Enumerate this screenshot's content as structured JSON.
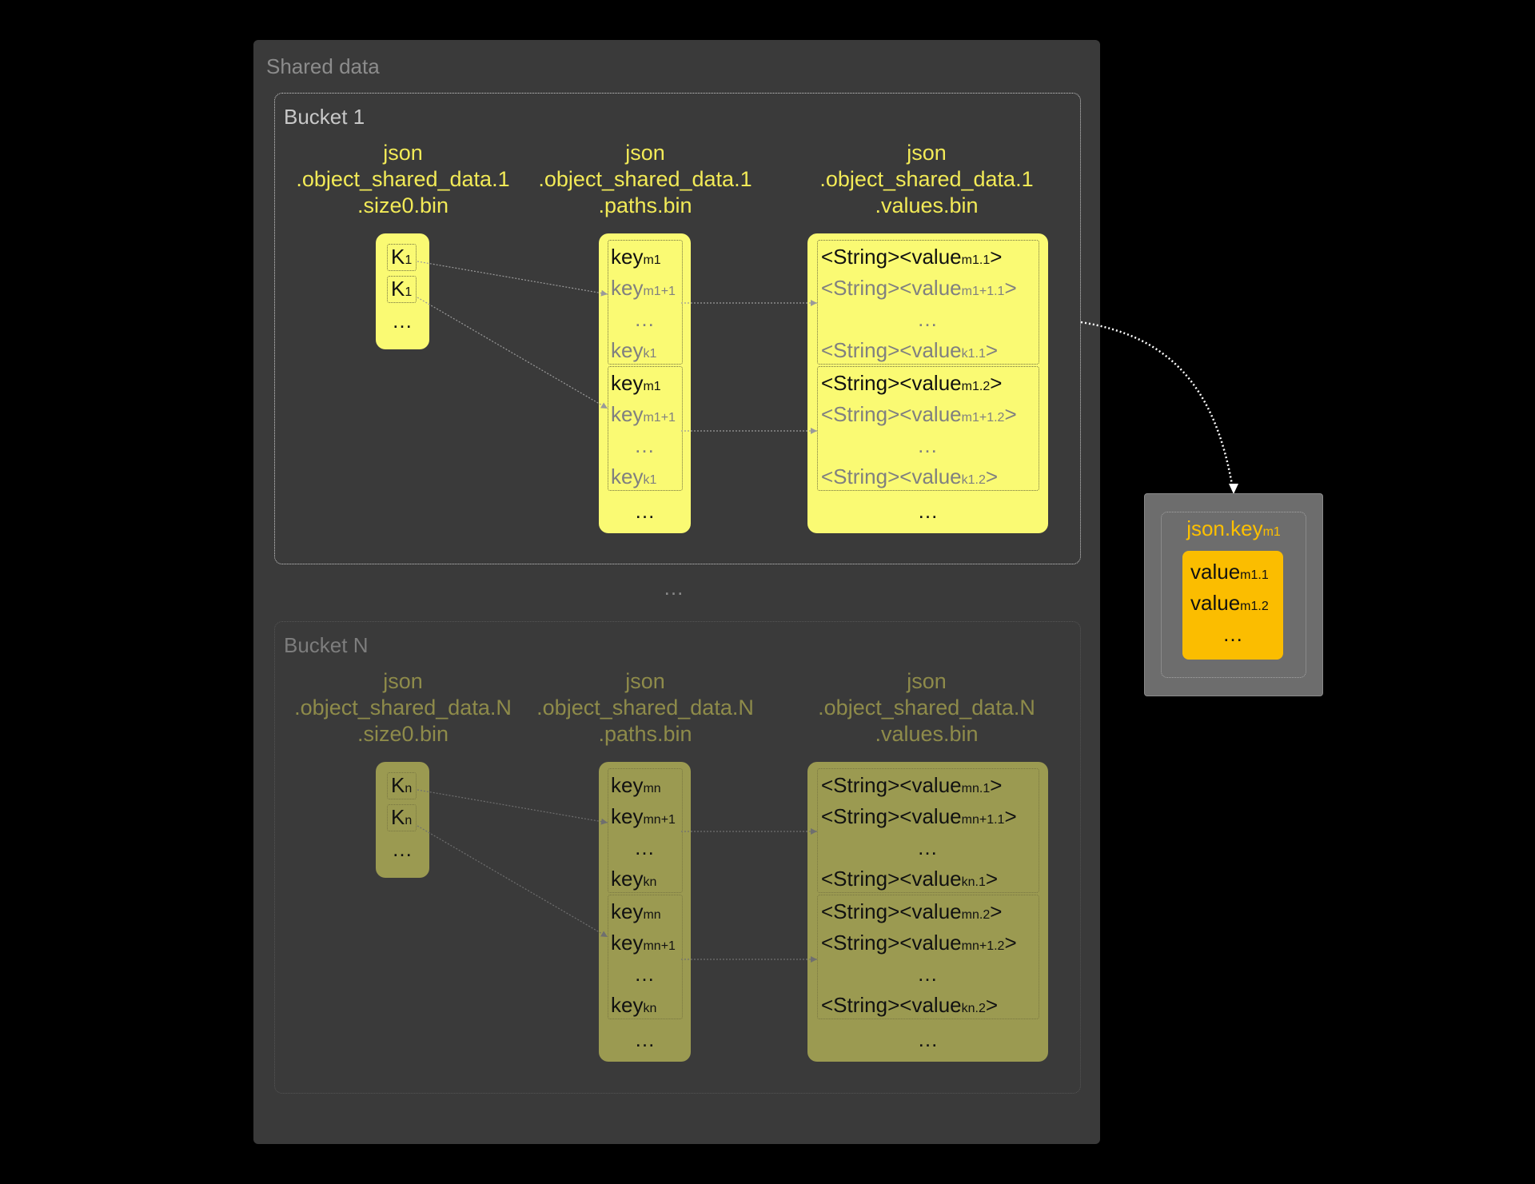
{
  "panel": {
    "title": "Shared data"
  },
  "between_buckets": "…",
  "buckets": [
    {
      "title": "Bucket 1",
      "size0": {
        "label": [
          "json",
          ".object_shared_data.1",
          ".size0.bin"
        ],
        "items": [
          {
            "text": "K",
            "sub": "1"
          },
          {
            "text": "K",
            "sub": "1"
          },
          {
            "text": "…"
          }
        ]
      },
      "paths": {
        "label": [
          "json",
          ".object_shared_data.1",
          ".paths.bin"
        ],
        "groups": [
          [
            {
              "text": "key",
              "sub": "m1"
            },
            {
              "text": "key",
              "sub": "m1+1"
            },
            {
              "text": "…"
            },
            {
              "text": "key",
              "sub": "k1"
            }
          ],
          [
            {
              "text": "key",
              "sub": "m1"
            },
            {
              "text": "key",
              "sub": "m1+1"
            },
            {
              "text": "…"
            },
            {
              "text": "key",
              "sub": "k1"
            }
          ]
        ],
        "trailing": "…"
      },
      "values": {
        "label": [
          "json",
          ".object_shared_data.1",
          ".values.bin"
        ],
        "groups": [
          [
            {
              "text": "<String><value",
              "sub": "m1.1",
              "end": ">"
            },
            {
              "text": "<String><value",
              "sub": "m1+1.1",
              "end": ">"
            },
            {
              "text": "…"
            },
            {
              "text": "<String><value",
              "sub": "k1.1",
              "end": ">"
            }
          ],
          [
            {
              "text": "<String><value",
              "sub": "m1.2",
              "end": ">"
            },
            {
              "text": "<String><value",
              "sub": "m1+1.2",
              "end": ">"
            },
            {
              "text": "…"
            },
            {
              "text": "<String><value",
              "sub": "k1.2",
              "end": ">"
            }
          ]
        ],
        "trailing": "…"
      }
    },
    {
      "title": "Bucket N",
      "size0": {
        "label": [
          "json",
          ".object_shared_data.N",
          ".size0.bin"
        ],
        "items": [
          {
            "text": "K",
            "sub": "n"
          },
          {
            "text": "K",
            "sub": "n"
          },
          {
            "text": "…"
          }
        ]
      },
      "paths": {
        "label": [
          "json",
          ".object_shared_data.N",
          ".paths.bin"
        ],
        "groups": [
          [
            {
              "text": "key",
              "sub": "mn"
            },
            {
              "text": "key",
              "sub": "mn+1"
            },
            {
              "text": "…"
            },
            {
              "text": "key",
              "sub": "kn"
            }
          ],
          [
            {
              "text": "key",
              "sub": "mn"
            },
            {
              "text": "key",
              "sub": "mn+1"
            },
            {
              "text": "…"
            },
            {
              "text": "key",
              "sub": "kn"
            }
          ]
        ],
        "trailing": "…"
      },
      "values": {
        "label": [
          "json",
          ".object_shared_data.N",
          ".values.bin"
        ],
        "groups": [
          [
            {
              "text": "<String><value",
              "sub": "mn.1",
              "end": ">"
            },
            {
              "text": "<String><value",
              "sub": "mn+1.1",
              "end": ">"
            },
            {
              "text": "…"
            },
            {
              "text": "<String><value",
              "sub": "kn.1",
              "end": ">"
            }
          ],
          [
            {
              "text": "<String><value",
              "sub": "mn.2",
              "end": ">"
            },
            {
              "text": "<String><value",
              "sub": "mn+1.2",
              "end": ">"
            },
            {
              "text": "…"
            },
            {
              "text": "<String><value",
              "sub": "kn.2",
              "end": ">"
            }
          ]
        ],
        "trailing": "…"
      }
    }
  ],
  "result": {
    "title": {
      "text": "json.key",
      "sub": "m1"
    },
    "items": [
      {
        "text": "value",
        "sub": "m1.1"
      },
      {
        "text": "value",
        "sub": "m1.2"
      },
      {
        "text": "…"
      }
    ]
  },
  "colors": {
    "background": "#000000",
    "panel": "#3a3a3a",
    "active_column": "#fafa73",
    "inactive_column": "#9b9a51",
    "result_box": "#fbbd00",
    "result_title": "#fdc000"
  }
}
